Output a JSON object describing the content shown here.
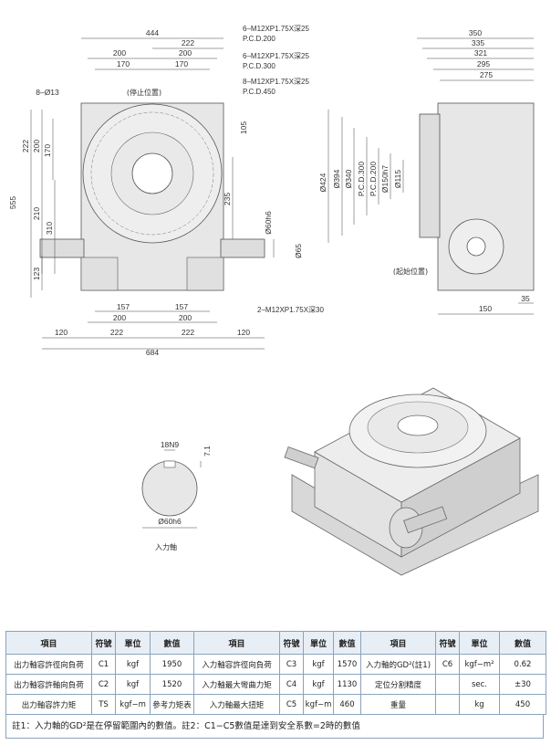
{
  "top_view": {
    "dims": [
      "444",
      "222",
      "200",
      "200",
      "170",
      "170",
      "8–Ø13",
      "(停止位置)",
      "222",
      "200",
      "170",
      "555",
      "235",
      "210",
      "310",
      "123",
      "105",
      "Ø60h6",
      "Ø65",
      "157",
      "157",
      "200",
      "200",
      "120",
      "222",
      "222",
      "120",
      "684"
    ],
    "callouts": [
      "6–M12XP1.75X深25",
      "P.C.D.200",
      "6–M12XP1.75X深25",
      "P.C.D.300",
      "8–M12XP1.75X深25",
      "P.C.D.450",
      "2–M12XP1.75X深30"
    ]
  },
  "side_view": {
    "dims": [
      "350",
      "335",
      "321",
      "295",
      "275",
      "Ø424",
      "Ø394",
      "Ø340",
      "P.C.D.300",
      "P.C.D.200",
      "Ø150h7",
      "Ø115",
      "(起始位置)",
      "35",
      "150"
    ]
  },
  "shaft_detail": {
    "dims": [
      "18N9",
      "7.1",
      "Ø60h6"
    ],
    "caption": "入力軸"
  },
  "table": {
    "headers": [
      "項目",
      "符號",
      "單位",
      "數值",
      "項目",
      "符號",
      "單位",
      "數值",
      "項目",
      "符號",
      "單位",
      "數值"
    ],
    "rows": [
      [
        "出力軸容許徑向負荷",
        "C1",
        "kgf",
        "1950",
        "入力軸容許徑向負荷",
        "C3",
        "kgf",
        "1570",
        "入力軸的GD²(註1)",
        "C6",
        "kgf−m²",
        "0.62"
      ],
      [
        "出力軸容許軸向負荷",
        "C2",
        "kgf",
        "1520",
        "入力軸最大彎曲力矩",
        "C4",
        "kgf",
        "1130",
        "定位分割精度",
        "",
        "sec.",
        "±30"
      ],
      [
        "出力軸容許力矩",
        "TS",
        "kgf−m",
        "參考力矩表",
        "入力軸最大扭矩",
        "C5",
        "kgf−m",
        "460",
        "重量",
        "",
        "kg",
        "450"
      ]
    ]
  },
  "note": "註1：入力軸的GD²是在停留範圍內的數值。註2：C1−C5數值是達到安全系數=2時的數值"
}
